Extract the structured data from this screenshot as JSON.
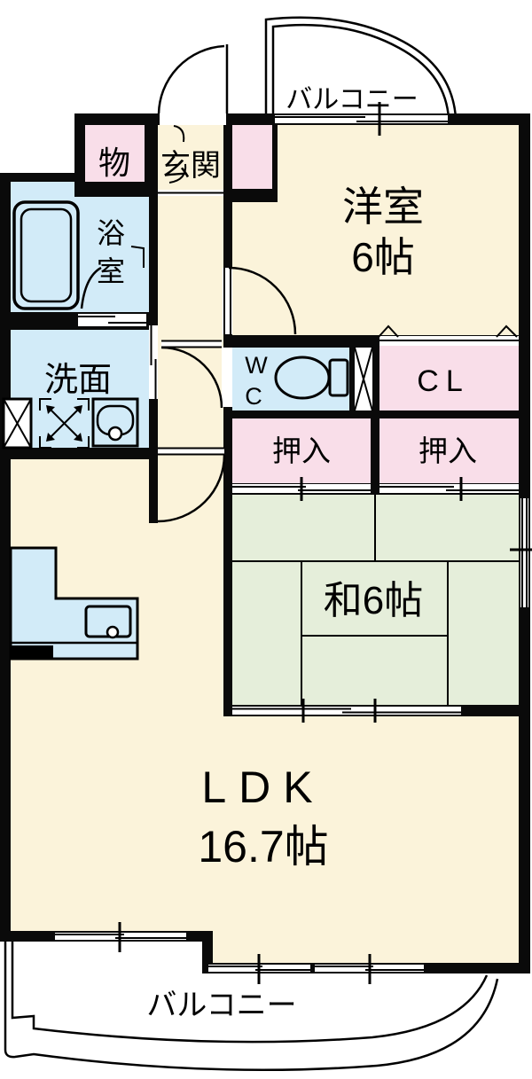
{
  "title": "Japanese apartment floor plan",
  "colors": {
    "wall": "#0a0a0a",
    "cream": "#fbf3da",
    "pink": "#f9dee9",
    "blue": "#d2ebf8",
    "green": "#e5eeda",
    "white": "#ffffff"
  },
  "balcony_top": {
    "label": "バルコニー"
  },
  "balcony_bottom": {
    "label": "バルコニー"
  },
  "rooms": {
    "storage": {
      "label": "物"
    },
    "entrance": {
      "label": "玄関"
    },
    "western": {
      "label": "洋室",
      "size": "6帖"
    },
    "bath": {
      "chars": [
        "浴",
        "室"
      ]
    },
    "washroom": {
      "label": "洗面"
    },
    "wc": {
      "lines": [
        "W",
        "C"
      ]
    },
    "closet": {
      "label": "CL"
    },
    "oshiire_left": {
      "label": "押入"
    },
    "oshiire_right": {
      "label": "押入"
    },
    "japanese": {
      "label": "和6帖"
    },
    "ldk": {
      "label": "LDK",
      "size": "16.7帖"
    }
  },
  "icons": [
    "bathtub-icon",
    "toilet-icon",
    "washbasin-icon",
    "washing-machine-icon",
    "pipe-space-icon",
    "kitchen-counter-icon",
    "kitchen-sink-icon",
    "stove-icon",
    "door-swing-icon",
    "window-icon",
    "folding-door-icon"
  ]
}
